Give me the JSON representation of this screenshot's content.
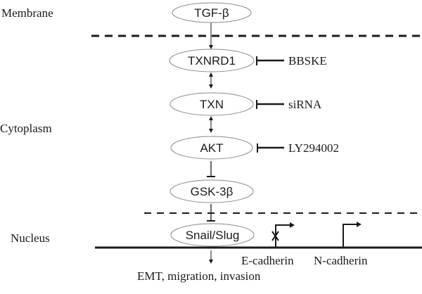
{
  "regions": {
    "membrane": "Membrane",
    "cytoplasm": "Cytoplasm",
    "nucleus": "Nucleus"
  },
  "nodes": [
    {
      "id": "tgfb",
      "label": "TGF-β"
    },
    {
      "id": "txnrd1",
      "label": "TXNRD1"
    },
    {
      "id": "txn",
      "label": "TXN"
    },
    {
      "id": "akt",
      "label": "AKT"
    },
    {
      "id": "gsk3b",
      "label": "GSK-3β"
    },
    {
      "id": "snail",
      "label": "Snail/Slug"
    }
  ],
  "edges": [
    {
      "from": "tgfb",
      "to": "txnrd1",
      "type": "activation"
    },
    {
      "from": "txnrd1",
      "to": "txn",
      "type": "bidirectional"
    },
    {
      "from": "txn",
      "to": "akt",
      "type": "bidirectional"
    },
    {
      "from": "akt",
      "to": "gsk3b",
      "type": "inhibition"
    },
    {
      "from": "gsk3b",
      "to": "snail",
      "type": "inhibition"
    },
    {
      "from": "snail",
      "to": "outcome",
      "type": "activation"
    }
  ],
  "inhibitors": [
    {
      "target": "txnrd1",
      "label": "BBSKE"
    },
    {
      "target": "txn",
      "label": "siRNA"
    },
    {
      "target": "akt",
      "label": "LY294002"
    }
  ],
  "genes": [
    {
      "label": "E-cadherin",
      "state": "repressed"
    },
    {
      "label": "N-cadherin",
      "state": "active"
    }
  ],
  "outcome": "EMT, migration, invasion"
}
